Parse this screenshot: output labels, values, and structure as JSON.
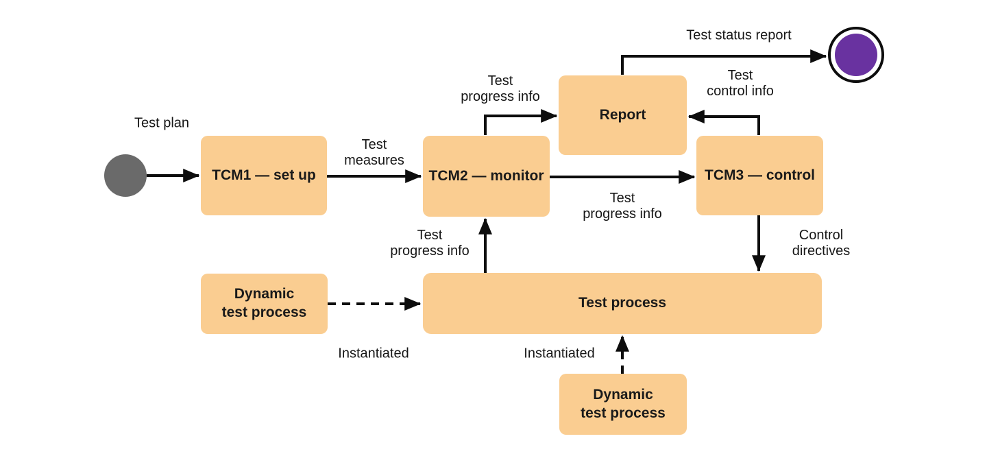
{
  "diagram": {
    "colors": {
      "node_fill": "#FACD91",
      "line": "#0d0d0d",
      "start_node_fill": "#6A6A6A",
      "end_node_fill": "#6932A0",
      "text": "#161616",
      "background": "#ffffff"
    },
    "nodes": {
      "tcm1": {
        "label": "TCM1 — set up"
      },
      "tcm2": {
        "label": "TCM2 — monitor"
      },
      "tcm3": {
        "label": "TCM3 — control"
      },
      "report": {
        "label": "Report"
      },
      "test_process": {
        "label": "Test process"
      },
      "dynamic_left": {
        "label": [
          "Dynamic",
          "test process"
        ]
      },
      "dynamic_bottom": {
        "label": [
          "Dynamic",
          "test process"
        ]
      }
    },
    "edge_labels": {
      "test_plan": "Test plan",
      "test_measures": [
        "Test",
        "measures"
      ],
      "progress_to_report": [
        "Test",
        "progress info"
      ],
      "status_report": "Test status report",
      "control_info": [
        "Test",
        "control info"
      ],
      "progress_to_tcm3": [
        "Test",
        "progress info"
      ],
      "control_directives": [
        "Control",
        "directives"
      ],
      "progress_from_process": [
        "Test",
        "progress info"
      ],
      "instantiated_left": "Instantiated",
      "instantiated_bottom": "Instantiated"
    }
  }
}
